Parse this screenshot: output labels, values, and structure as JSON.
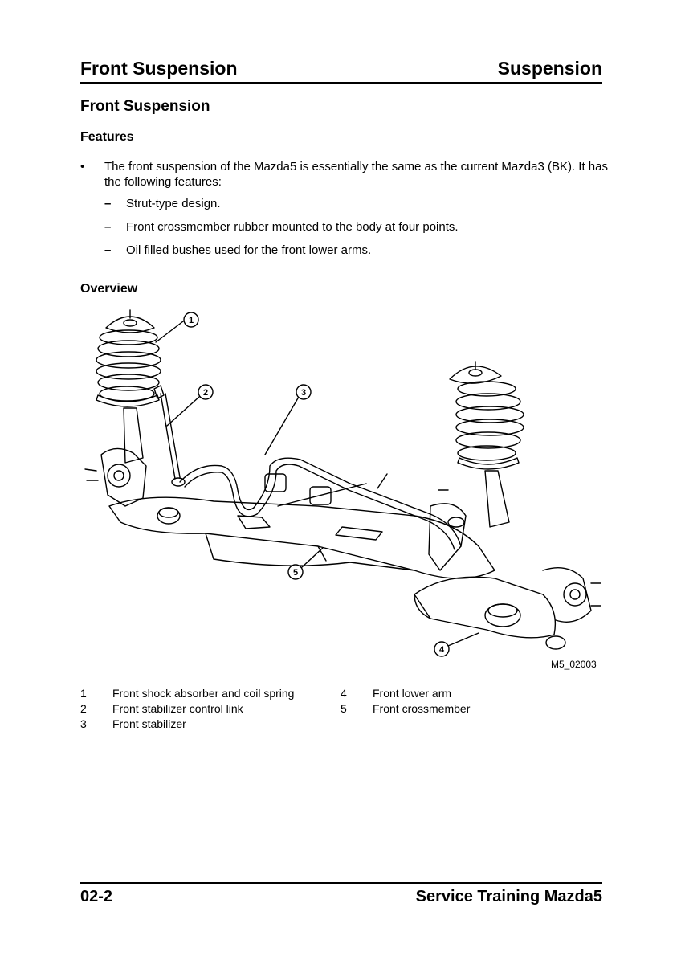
{
  "header": {
    "left": "Front Suspension",
    "right": "Suspension"
  },
  "section_title": "Front Suspension",
  "features": {
    "heading": "Features",
    "bullet": "The front suspension of the Mazda5 is essentially the same as the current Mazda3 (BK). It has the following features:",
    "bullet_symbol": "•",
    "dash_symbol": "–",
    "items": [
      "Strut-type design.",
      "Front crossmember rubber mounted to the body at four points.",
      "Oil filled bushes used for the front lower arms."
    ]
  },
  "overview": {
    "heading": "Overview",
    "figure_code": "M5_02003",
    "callouts": [
      "1",
      "2",
      "3",
      "4",
      "5"
    ]
  },
  "legend": [
    {
      "num": "1",
      "label": "Front shock absorber and coil spring"
    },
    {
      "num": "2",
      "label": "Front stabilizer control link"
    },
    {
      "num": "3",
      "label": "Front stabilizer"
    },
    {
      "num": "4",
      "label": "Front lower arm"
    },
    {
      "num": "5",
      "label": "Front crossmember"
    }
  ],
  "footer": {
    "left": "02-2",
    "right": "Service Training Mazda5"
  }
}
